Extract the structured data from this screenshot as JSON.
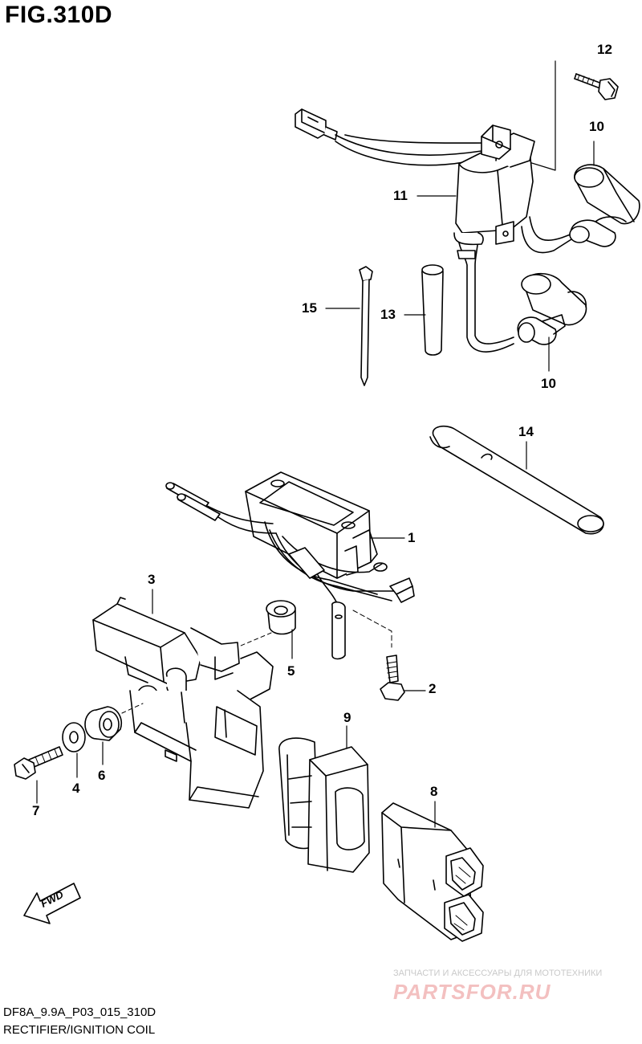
{
  "figure": {
    "title": "FIG.310D"
  },
  "callouts": {
    "n1": "1",
    "n2": "2",
    "n3": "3",
    "n4": "4",
    "n5": "5",
    "n6": "6",
    "n7": "7",
    "n8": "8",
    "n9": "9",
    "n10a": "10",
    "n10b": "10",
    "n11": "11",
    "n12": "12",
    "n13": "13",
    "n14": "14",
    "n15": "15"
  },
  "fwd_label": "FWD",
  "footer": {
    "model_code": "DF8A_9.9A_P03_015_310D",
    "section_name": "RECTIFIER/IGNITION COIL"
  },
  "watermark": {
    "tagline": "ЗАПЧАСТИ И АКСЕССУАРЫ ДЛЯ МОТОТЕХНИКИ",
    "site": "PARTSFOR.RU"
  }
}
